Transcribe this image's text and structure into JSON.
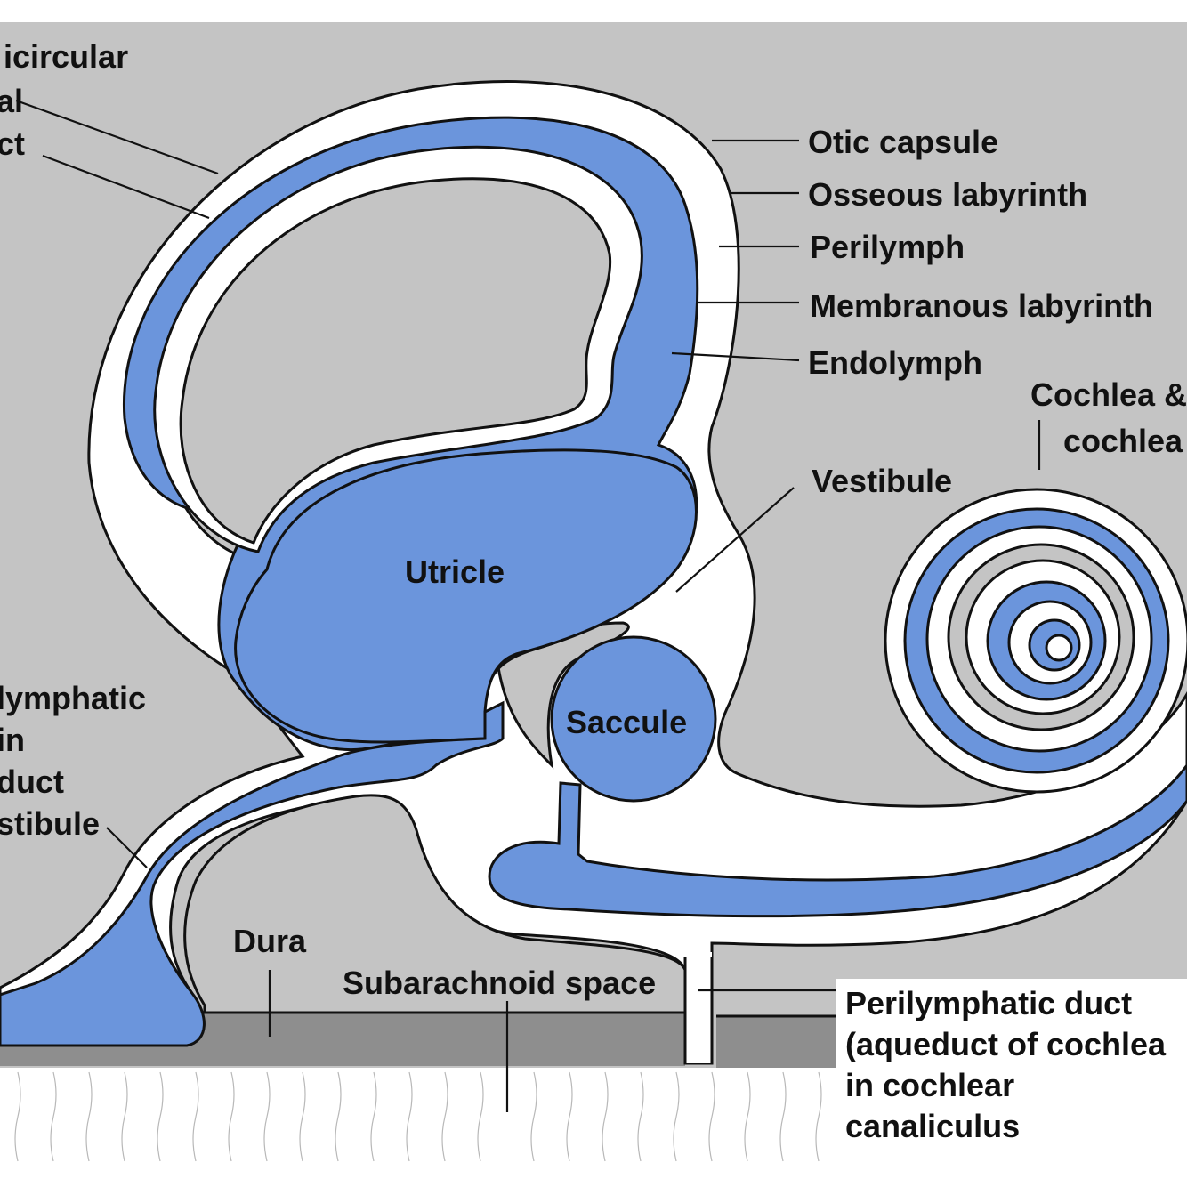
{
  "labels": {
    "semicircular_line1": "icircular",
    "semicircular_line2": "al",
    "semicircular_line3": "ct",
    "otic_capsule": "Otic capsule",
    "osseous_labyrinth": "Osseous labyrinth",
    "perilymph": "Perilymph",
    "membranous_labyrinth": "Membranous labyrinth",
    "endolymph": "Endolymph",
    "cochlea_line1": "Cochlea &",
    "cochlea_line2": "cochlea",
    "vestibule": "Vestibule",
    "utricle": "Utricle",
    "saccule": "Saccule",
    "endolymphatic_line1": "lymphatic",
    "endolymphatic_line2": "in",
    "endolymphatic_line3": "duct",
    "endolymphatic_line4": "stibule",
    "dura": "Dura",
    "subarachnoid_space": "Subarachnoid space",
    "perilymphatic_line1": "Perilymphatic duct",
    "perilymphatic_line2": "(aqueduct of cochlea",
    "perilymphatic_line3": "in cochlear",
    "perilymphatic_line4": "canaliculus"
  },
  "colors": {
    "background": "#c4c4c4",
    "endolymph_blue": "#6b95dc",
    "perilymph_white": "#ffffff",
    "dura_gray": "#8e8e8e",
    "outline": "#111111"
  }
}
